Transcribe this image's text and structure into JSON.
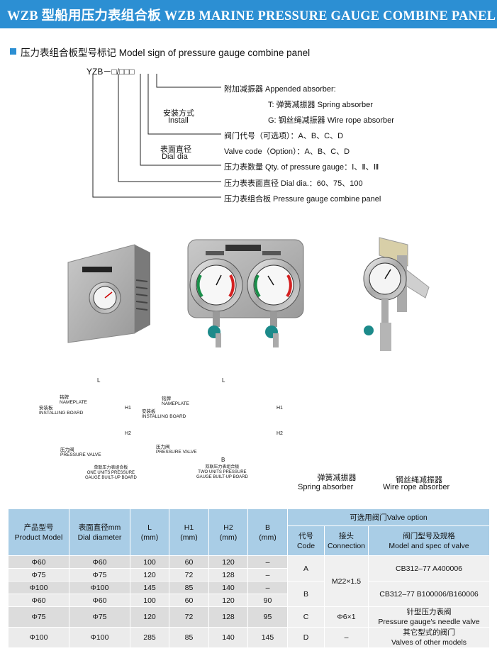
{
  "header": {
    "title": "WZB 型船用压力表组合板 WZB MARINE PRESSURE GAUGE COMBINE PANEL"
  },
  "section": {
    "title": "压力表组合板型号标记 Model sign of pressure gauge combine panel"
  },
  "model_code": {
    "prefix": "YZB－",
    "box1": "□",
    "slash": "/",
    "boxes": "□□□",
    "labels": {
      "absorber": "附加减振器 Appended absorber:",
      "absorber_t": "T: 弹簧减振器 Spring absorber",
      "absorber_g": "G: 钢丝绳减振器 Wire rope absorber",
      "install_cn": "安装方式",
      "install_en": "Install",
      "valve_cn": "阀门代号（可选项）：A、B、C、D",
      "valve_en": "Valve code（Option）：A、B、C、D",
      "dial_cn": "表面直径",
      "dial_en": "Dial dia",
      "qty": "压力表数量 Qty. of pressure gauge：Ⅰ、Ⅱ、Ⅲ",
      "dial_dia": "压力表表面直径 Dial dia.：60、75、100",
      "panel": "压力表组合板 Pressure gauge combine panel"
    }
  },
  "drawings": {
    "nameplate_cn": "铭牌",
    "nameplate_en": "NAMEPLATE",
    "board_cn": "安装板",
    "board_en": "INSTALLING BOARD",
    "valve_cn": "压力阀",
    "valve_en": "PRESSURE VALVE",
    "one_cn": "单联压力表组合板",
    "one_en1": "ONE UNITS PRESSURE",
    "one_en2": "GAUGE BUILT-UP BOARD",
    "two_cn": "双联压力表组合板",
    "two_en1": "TWO UNITS PRESSURE",
    "two_en2": "GAUGE BUILT-UP BOARD",
    "dim_L": "L",
    "dim_H1": "H1",
    "dim_H2": "H2",
    "dim_B": "B",
    "spring_cn": "弹簧减振器",
    "spring_en": "Spring absorber",
    "wire_cn": "钢丝绳减振器",
    "wire_en": "Wire rope absorber"
  },
  "table": {
    "headers": {
      "product_cn": "产品型号",
      "product_en": "Product Model",
      "dial_cn": "表面直径mm",
      "dial_en": "Dial diameter",
      "L": "L",
      "L_unit": "(mm)",
      "H1": "H1",
      "H1_unit": "(mm)",
      "H2": "H2",
      "H2_unit": "(mm)",
      "B": "B",
      "B_unit": "(mm)",
      "valve_option": "可选用阀门Valve option",
      "code_cn": "代号",
      "code_en": "Code",
      "conn_cn": "接头",
      "conn_en": "Connection",
      "spec_cn": "阀门型号及规格",
      "spec_en": "Model and spec of valve"
    },
    "rows": [
      {
        "product": "Φ60",
        "dial": "Φ60",
        "L": "100",
        "H1": "60",
        "H2": "120",
        "B": "–"
      },
      {
        "product": "Φ75",
        "dial": "Φ75",
        "L": "120",
        "H1": "72",
        "H2": "128",
        "B": "–"
      },
      {
        "product": "Φ100",
        "dial": "Φ100",
        "L": "145",
        "H1": "85",
        "H2": "140",
        "B": "–"
      },
      {
        "product": "Φ60",
        "dial": "Φ60",
        "L": "100",
        "H1": "60",
        "H2": "120",
        "B": "90"
      },
      {
        "product": "Φ75",
        "dial": "Φ75",
        "L": "120",
        "H1": "72",
        "H2": "128",
        "B": "95"
      },
      {
        "product": "Φ100",
        "dial": "Φ100",
        "L": "285",
        "H1": "85",
        "H2": "140",
        "B": "145"
      }
    ],
    "valves": {
      "A_code": "A",
      "B_code": "B",
      "AB_conn": "M22×1.5",
      "A_spec": "CB312–77 A400006",
      "B_spec": "CB312–77 B100006/B160006",
      "C_code": "C",
      "C_conn": "Φ6×1",
      "C_spec_cn": "针型压力表阀",
      "C_spec_en": "Pressure gauge's needle valve",
      "D_code": "D",
      "D_conn": "–",
      "D_spec_cn": "其它型式的阀门",
      "D_spec_en": "Valves of other models"
    }
  }
}
